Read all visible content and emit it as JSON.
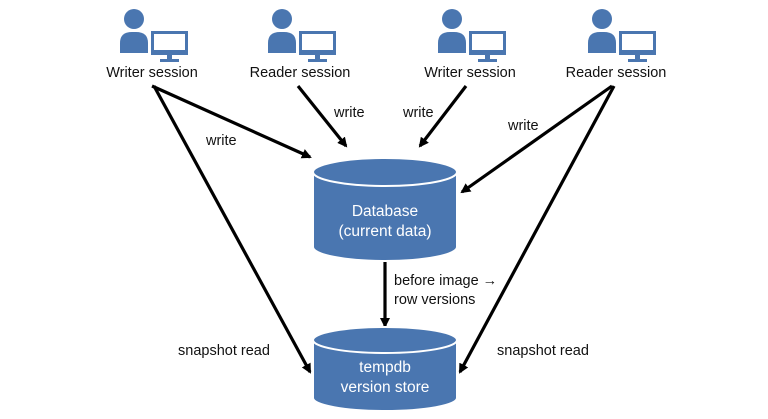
{
  "colors": {
    "primary": "#4a76b0",
    "cylinder_top": "#6b93c6",
    "cylinder_edge": "#ffffff",
    "arrow": "#000000",
    "text": "#111111"
  },
  "sessions": [
    {
      "label": "Writer session",
      "icon": "user-at-computer-icon"
    },
    {
      "label": "Reader session",
      "icon": "user-at-computer-icon"
    },
    {
      "label": "Writer session",
      "icon": "user-at-computer-icon"
    },
    {
      "label": "Reader session",
      "icon": "user-at-computer-icon"
    }
  ],
  "stores": {
    "database": {
      "line1": "Database",
      "line2": "(current data)"
    },
    "version_store": {
      "line1": "tempdb",
      "line2": "version store"
    }
  },
  "edge_labels": {
    "write_1": "write",
    "write_2": "write",
    "write_3": "write",
    "write_4": "write",
    "before_image_line1": "before image →",
    "before_image_line2": "row versions",
    "snapshot_read_left": "snapshot read",
    "snapshot_read_right": "snapshot read"
  }
}
